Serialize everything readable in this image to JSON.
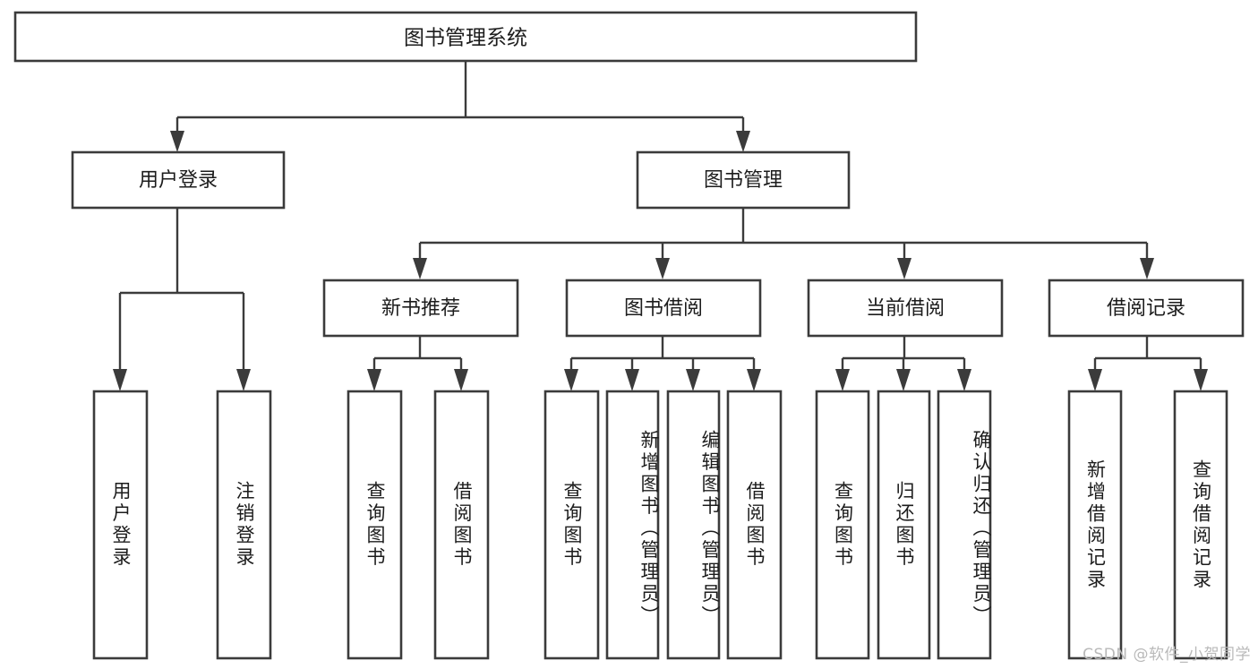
{
  "diagram": {
    "title": "图书管理系统",
    "type": "tree",
    "watermark": "CSDN @软件_小贺同学",
    "colors": {
      "stroke": "#3b3b3b",
      "fill": "#ffffff",
      "text": "#1c1c1c",
      "watermark": "#b9b9b9",
      "background": "#ffffff"
    },
    "levels": {
      "root": {
        "label": "图书管理系统"
      },
      "level1": [
        {
          "label": "用户登录"
        },
        {
          "label": "图书管理"
        }
      ],
      "level2": [
        {
          "label": "新书推荐"
        },
        {
          "label": "图书借阅"
        },
        {
          "label": "当前借阅"
        },
        {
          "label": "借阅记录"
        }
      ],
      "leaves": [
        {
          "label": "用户登录",
          "parent": "用户登录"
        },
        {
          "label": "注销登录",
          "parent": "用户登录"
        },
        {
          "label": "查询图书",
          "parent": "新书推荐"
        },
        {
          "label": "借阅图书",
          "parent": "新书推荐"
        },
        {
          "label": "查询图书",
          "parent": "图书借阅"
        },
        {
          "label": "新增图书（管理员）",
          "parent": "图书借阅"
        },
        {
          "label": "编辑图书（管理员）",
          "parent": "图书借阅"
        },
        {
          "label": "借阅图书",
          "parent": "图书借阅"
        },
        {
          "label": "查询图书",
          "parent": "当前借阅"
        },
        {
          "label": "归还图书",
          "parent": "当前借阅"
        },
        {
          "label": "确认归还（管理员）",
          "parent": "当前借阅"
        },
        {
          "label": "新增借阅记录",
          "parent": "借阅记录"
        },
        {
          "label": "查询借阅记录",
          "parent": "借阅记录"
        }
      ]
    }
  }
}
